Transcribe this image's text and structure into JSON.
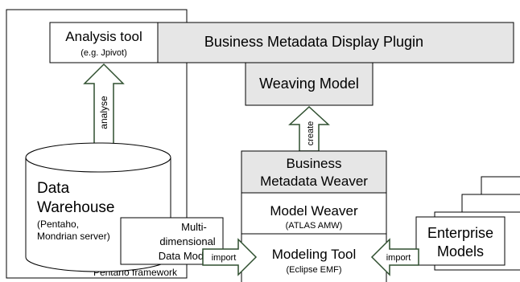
{
  "frame": {
    "label": "Pentaho framework"
  },
  "analysis_tool": {
    "title": "Analysis tool",
    "subtitle": "(e.g. Jpivot)"
  },
  "plugin": {
    "label": "Business Metadata Display Plugin"
  },
  "weaving_model": {
    "label": "Weaving Model"
  },
  "arrows": {
    "analyse": "analyse",
    "create": "create",
    "import_left": "import",
    "import_right": "import"
  },
  "data_warehouse": {
    "line1": "Data",
    "line2": "Warehouse",
    "line3": "(Pentaho,",
    "line4": "Mondrian server)"
  },
  "data_model": {
    "line1": "Multi-",
    "line2": "dimensional",
    "line3": "Data Model"
  },
  "bm_weaver": {
    "line1": "Business",
    "line2": "Metadata Weaver"
  },
  "model_weaver": {
    "title": "Model Weaver",
    "subtitle": "(ATLAS AMW)"
  },
  "modeling_tool": {
    "title": "Modeling Tool",
    "subtitle": "(Eclipse EMF)"
  },
  "enterprise": {
    "line1": "Enterprise",
    "line2": "Models"
  },
  "colors": {
    "box_gray": "#e6e6e6",
    "arrow_green": "#2f4f2f",
    "stroke": "#000000"
  }
}
